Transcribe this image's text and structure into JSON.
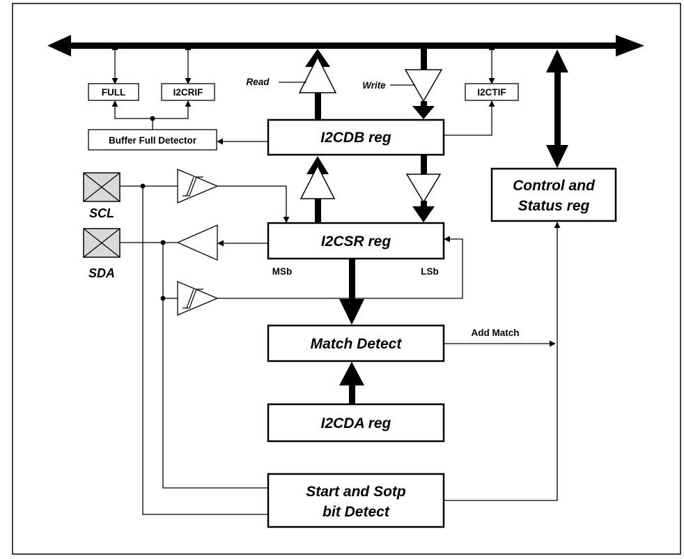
{
  "blocks": {
    "i2cdb": "I2CDB reg",
    "i2csr": "I2CSR reg",
    "match": "Match Detect",
    "i2cda": "I2CDA reg",
    "control_line1": "Control and",
    "control_line2": "Status reg",
    "startstop_line1": "Start and Sotp",
    "startstop_line2": "bit Detect",
    "buffer_full": "Buffer Full Detector",
    "full": "FULL",
    "i2crif": "I2CRIF",
    "i2ctif": "I2CTIF"
  },
  "labels": {
    "read": "Read",
    "write": "Write",
    "msb": "MSb",
    "lsb": "LSb",
    "add_match": "Add Match"
  },
  "pins": {
    "scl": "SCL",
    "sda": "SDA"
  },
  "colors": {
    "line": "#000000",
    "pin_fill": "#d9d9d9",
    "background": "#ffffff"
  }
}
